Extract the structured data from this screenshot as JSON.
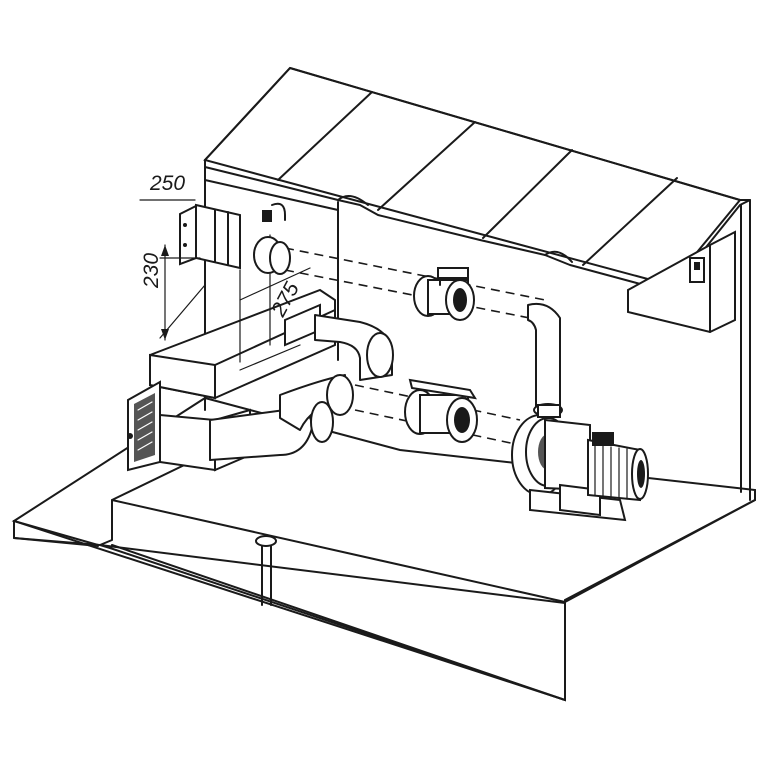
{
  "dimensions": {
    "width_label": "250",
    "height_label": "230",
    "depth_label": "275"
  },
  "colors": {
    "line": "#1a1a1a",
    "background": "#ffffff"
  }
}
